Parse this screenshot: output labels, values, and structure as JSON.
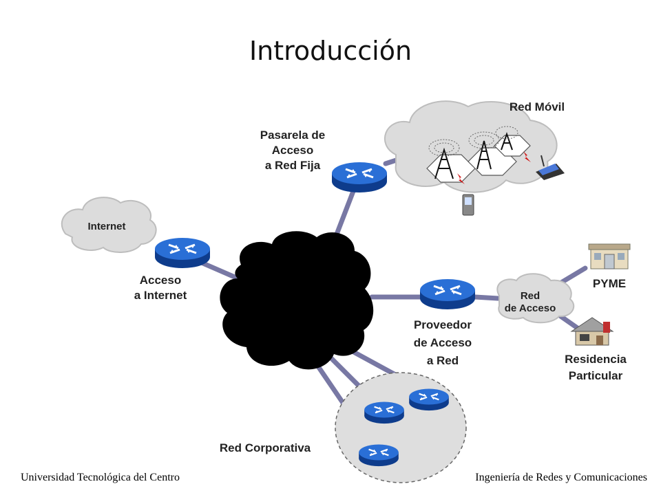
{
  "title": "Introducción",
  "labels": {
    "red_movil": "Red Móvil",
    "pasarela": [
      "Pasarela de",
      "Acceso",
      "a Red Fija"
    ],
    "internet": "Internet",
    "acceso_internet": [
      "Acceso",
      "a Internet"
    ],
    "red_acceso": [
      "Red",
      "de Acceso"
    ],
    "pyme": "PYME",
    "proveedor": [
      "Proveedor",
      "de Acceso",
      "a Red"
    ],
    "residencia": [
      "Residencia",
      "Particular"
    ],
    "red_corporativa": "Red Corporativa"
  },
  "footer": {
    "left": "Universidad Tecnológica del Centro",
    "right": "Ingeniería de Redes y Comunicaciones"
  },
  "colors": {
    "router": "#1f5fc7",
    "link": "#7474a0",
    "cloud": "#dcdcdc",
    "core": "#000000"
  }
}
